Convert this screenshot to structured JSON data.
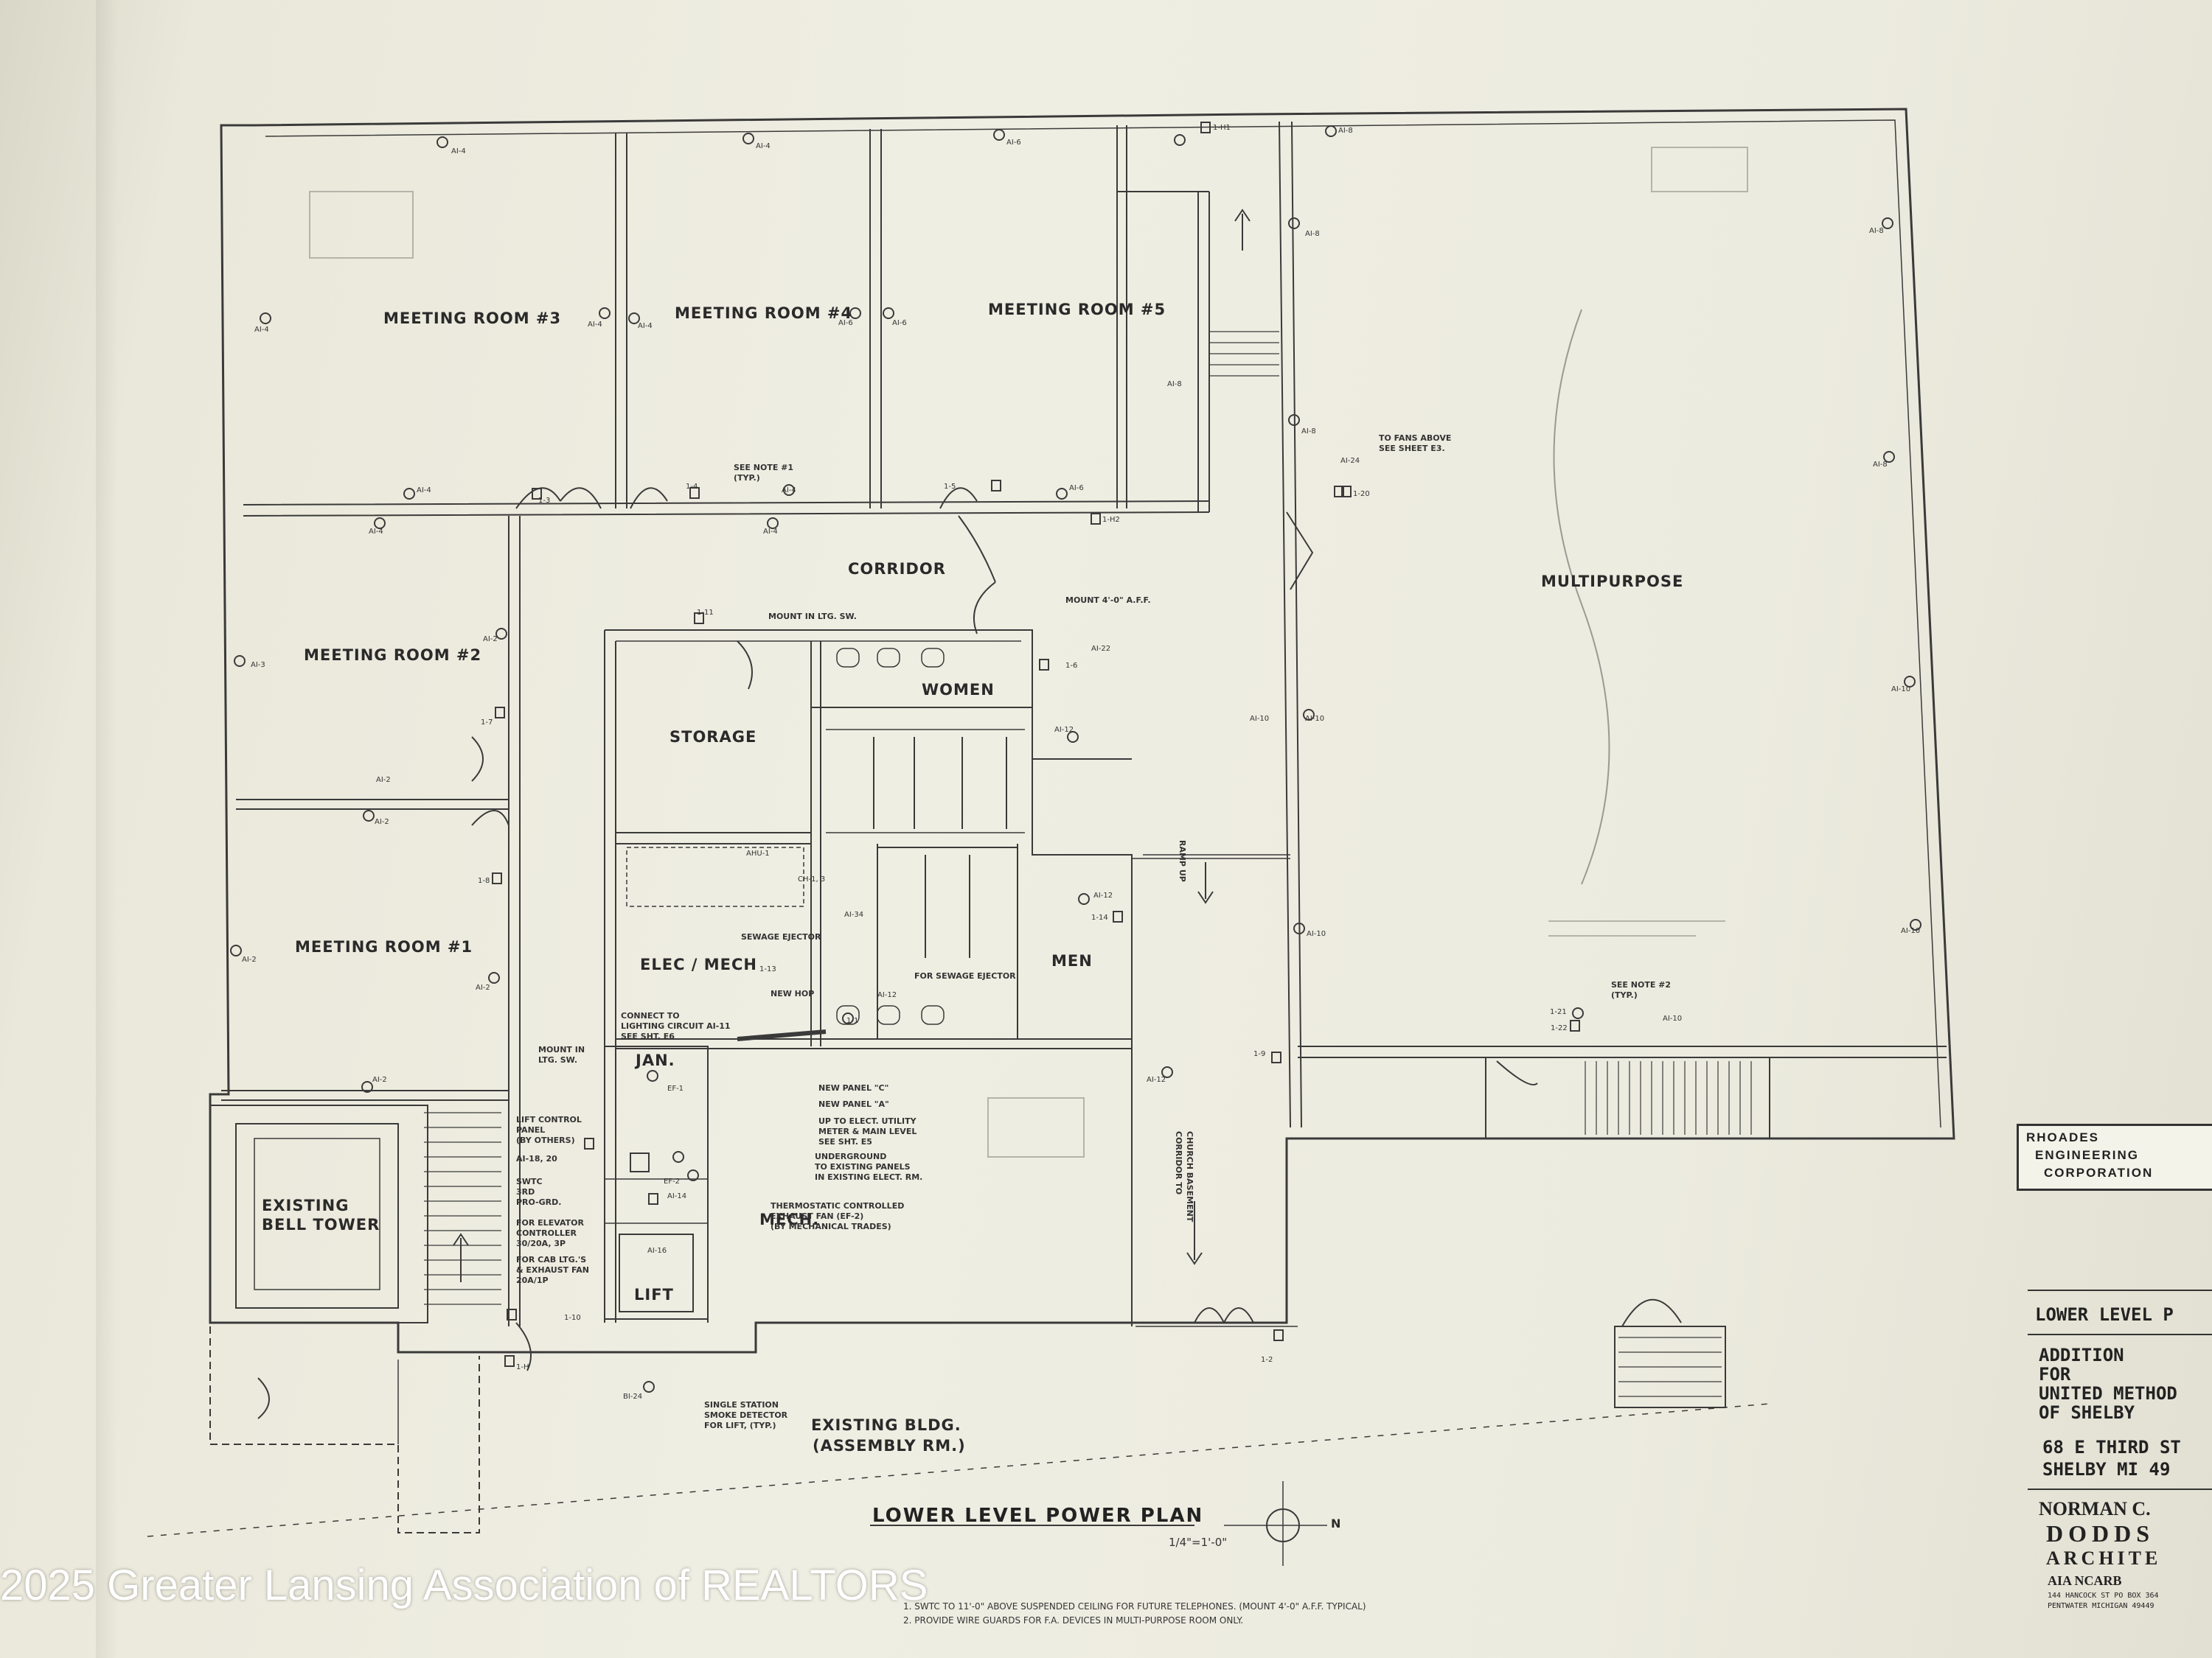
{
  "rooms": {
    "meeting_room_3": "MEETING ROOM #3",
    "meeting_room_4": "MEETING ROOM #4",
    "meeting_room_5": "MEETING ROOM #5",
    "meeting_room_2": "MEETING ROOM #2",
    "meeting_room_1": "MEETING ROOM #1",
    "corridor": "CORRIDOR",
    "storage": "STORAGE",
    "women": "WOMEN",
    "men": "MEN",
    "elec_mech": "ELEC / MECH",
    "jan": "JAN.",
    "mech": "MECH.",
    "lift": "LIFT",
    "multipurpose": "MULTIPURPOSE",
    "bell_tower_line1": "EXISTING",
    "bell_tower_line2": "BELL TOWER",
    "existing_bldg_line1": "EXISTING BLDG.",
    "existing_bldg_line2": "(ASSEMBLY RM.)"
  },
  "notes": {
    "see_note_1": "SEE NOTE #1",
    "typ": "(TYP.)",
    "see_note_2": "SEE NOTE #2",
    "to_fans_above_1": "TO FANS ABOVE",
    "to_fans_above_2": "SEE SHEET E3.",
    "mount_ltg": "MOUNT IN LTG. SW.",
    "mount_aff": "MOUNT 4'-0\" A.F.F.",
    "sewage_ejector": "SEWAGE EJECTOR",
    "for_sewage_ejector": "FOR SEWAGE EJECTOR",
    "new_hop": "NEW HOP",
    "new_panel_c": "NEW PANEL \"C\"",
    "new_panel_a": "NEW PANEL \"A\"",
    "up_to_elect": "UP TO ELECT. UTILITY",
    "up_to_elect_2": "METER & MAIN LEVEL",
    "up_to_elect_3": "SEE SHT. E5",
    "underground": "UNDERGROUND",
    "underground_2": "TO EXISTING PANELS",
    "underground_3": "IN EXISTING ELECT. RM.",
    "connect_lighting": "CONNECT TO",
    "connect_lighting_2": "LIGHTING CIRCUIT AI-11",
    "connect_lighting_3": "SEE SHT. E6",
    "lift_control": "LIFT CONTROL",
    "lift_control_2": "PANEL",
    "lift_control_3": "(BY OTHERS)",
    "thermostatic": "THERMOSTATIC CONTROLLED",
    "thermostatic_2": "EXHAUST FAN (EF-2)",
    "thermostatic_3": "(BY MECHANICAL TRADES)",
    "elevator_controller": "FOR ELEVATOR",
    "elevator_controller_2": "CONTROLLER",
    "elevator_controller_3": "30/20A, 3P",
    "cab_ltg": "FOR CAB LTG.'S",
    "cab_ltg_2": "& EXHAUST FAN",
    "cab_ltg_3": "20A/1P",
    "smoke_detector": "SINGLE STATION",
    "smoke_detector_2": "SMOKE DETECTOR",
    "smoke_detector_3": "FOR LIFT, (TYP.)",
    "ramp_up": "RAMP UP",
    "corridor_to_church": "CORRIDOR TO",
    "corridor_to_church_2": "CHURCH BASEMENT",
    "mount_in": "MOUNT IN",
    "mount_in_2": "LTG. SW.",
    "swtc": "SWTC",
    "swtc_2": "3RD",
    "swtc_3": "PRO-GRD.",
    "ai_18_20": "AI-18, 20",
    "ai_14": "AI-14",
    "ai_16": "AI-16",
    "ai_34": "AI-34",
    "ai_24": "AI-24",
    "ahu_1": "AHU-1",
    "ch_1_3": "CH-1, 3",
    "ef_1": "EF-1",
    "ef_2": "EF-2",
    "bi_24": "BI-24"
  },
  "circuit_tags": [
    "AI-4",
    "AI-6",
    "AI-8",
    "AI-2",
    "AI-3",
    "AI-10",
    "AI-12",
    "AI-22",
    "1-1",
    "1-2",
    "1-3",
    "1-4",
    "1-5",
    "1-6",
    "1-7",
    "1-8",
    "1-9",
    "1-10",
    "1-11",
    "1-13",
    "1-14",
    "1-20",
    "1-21",
    "1-22",
    "1-H",
    "1-H2",
    "1-H1"
  ],
  "plan": {
    "title": "LOWER LEVEL POWER PLAN",
    "scale": "1/4\"=1'-0\"",
    "north": "N",
    "notes_line": "2. PROVIDE WIRE GUARDS FOR F.A. DEVICES IN MULTI-PURPOSE ROOM ONLY.",
    "notes_line_1": "1. SWTC TO 11'-0\" ABOVE SUSPENDED CEILING FOR FUTURE TELEPHONES. (MOUNT 4'-0\" A.F.F. TYPICAL)"
  },
  "title_block": {
    "engineer_line1": "RHOADES",
    "engineer_line2": "ENGINEERING",
    "engineer_line3": "CORPORATION",
    "sheet_title": "LOWER LEVEL P",
    "project_line1": "ADDITION",
    "project_line2": "FOR",
    "project_line3": "UNITED METHOD",
    "project_line4": "OF SHELBY",
    "address_line1": "68 E THIRD ST",
    "address_line2": "SHELBY  MI 49",
    "architect_line1": "NORMAN C.",
    "architect_line2": "DODDS",
    "architect_line3": "ARCHITE",
    "architect_line4": "AIA        NCARB",
    "architect_line5": "144 HANCOCK ST      PO BOX 364",
    "architect_line6": "PENTWATER  MICHIGAN   49449"
  },
  "watermark": "2025 Greater Lansing Association of REALTORS"
}
